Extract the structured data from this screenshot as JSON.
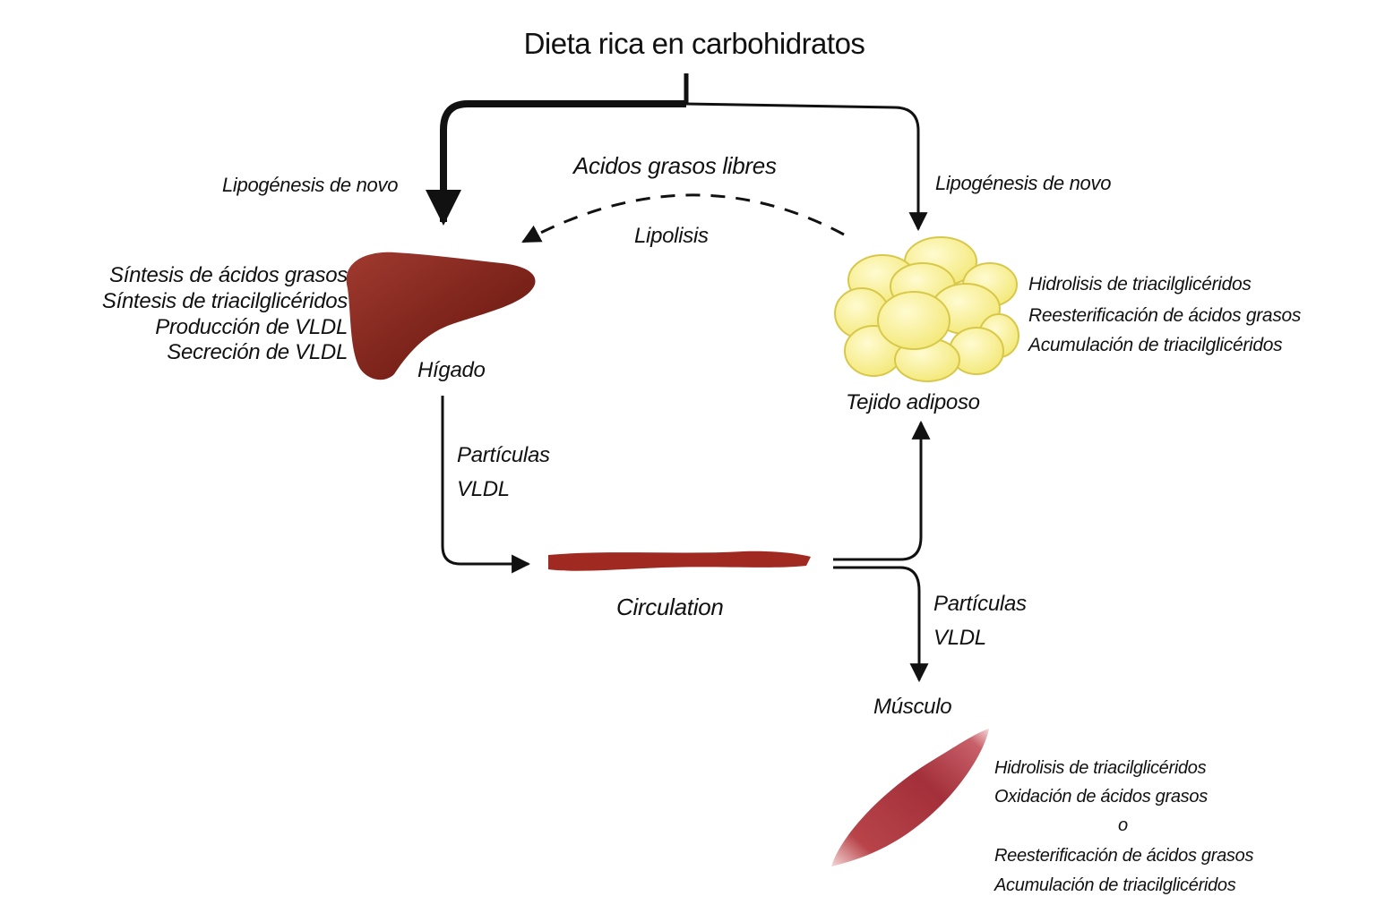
{
  "title": "Dieta rica en carbohidratos",
  "labels": {
    "lipogenesis_left": "Lipogénesis de novo",
    "lipogenesis_right": "Lipogénesis de novo",
    "acidos_grasos_libres": "Acidos grasos libres",
    "lipolisis": "Lipolisis",
    "higado": "Hígado",
    "tejido_adiposo": "Tejido adiposo",
    "particulas_vldl_left": [
      "Partículas",
      "VLDL"
    ],
    "particulas_vldl_right": [
      "Partículas",
      "VLDL"
    ],
    "circulation": "Circulation",
    "musculo": "Músculo"
  },
  "liver_functions": [
    "Síntesis de ácidos grasos",
    "Síntesis de triacilglicéridos",
    "Producción de VLDL",
    "Secreción de VLDL"
  ],
  "adipose_functions": [
    "Hidrolisis de triacilglicéridos",
    "Reesterificación de ácidos grasos",
    "Acumulación de triacilglicéridos"
  ],
  "muscle_functions": [
    "Hidrolisis de triacilglicéridos",
    "Oxidación de ácidos grasos",
    "o",
    "Reesterificación de ácidos grasos",
    "Acumulación de triacilglicéridos"
  ],
  "colors": {
    "liver": "#8a2a22",
    "muscle": "#a8353a",
    "adipose_fill": "#f8f08c",
    "adipose_stroke": "#d8c84a",
    "vessel": "#9e2a24",
    "arrow": "#111111"
  }
}
